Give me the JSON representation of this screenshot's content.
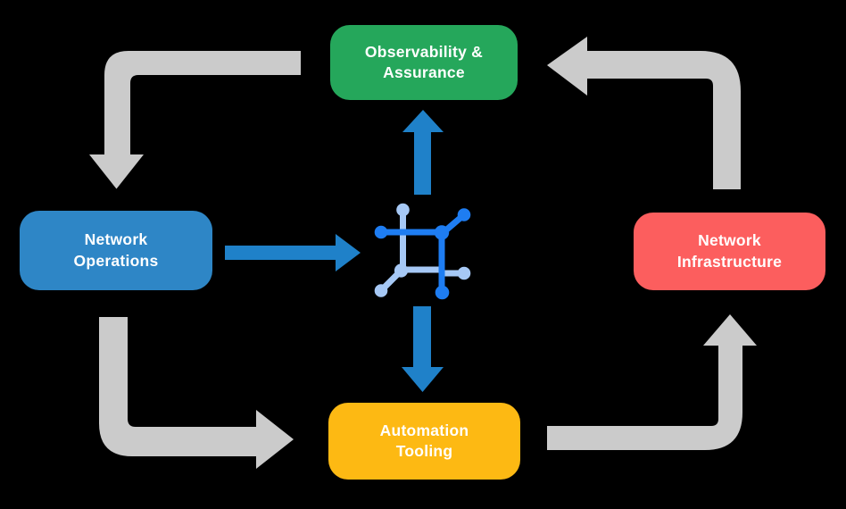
{
  "theme": {
    "background": "#000000",
    "text": "#FFFFFF",
    "node_green": "#25A75B",
    "node_blue": "#2E86C6",
    "node_red": "#FC5E5E",
    "node_yellow": "#FDB913",
    "arrow_blue": "#1F81C9",
    "arrow_gray": "#CBCBCB",
    "icon_blue": "#1E7DF2",
    "icon_light_blue": "#A6C8F5"
  },
  "nodes": {
    "observability": {
      "line1": "Observability &",
      "line2": "Assurance"
    },
    "operations": {
      "line1": "Network",
      "line2": "Operations"
    },
    "infrastructure": {
      "line1": "Network",
      "line2": "Infrastructure"
    },
    "automation": {
      "line1": "Automation",
      "line2": "Tooling"
    }
  },
  "icons": {
    "center": "network-mesh-icon"
  }
}
